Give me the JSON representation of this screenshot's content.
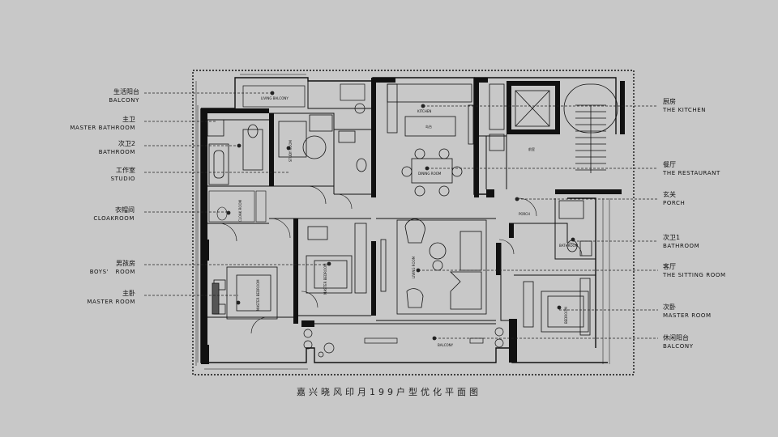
{
  "left_labels": [
    {
      "zh": "生活阳台",
      "en": "BALCONY"
    },
    {
      "zh": "主卫",
      "en": "MASTER BATHROOM"
    },
    {
      "zh": "次卫2",
      "en": "BATHROOM"
    },
    {
      "zh": "工作室",
      "en": "STUDIO"
    },
    {
      "zh": "衣帽间",
      "en": "CLOAKROOM"
    },
    {
      "zh": "男孩房",
      "en": "BOYS'   ROOM"
    },
    {
      "zh": "主卧",
      "en": "MASTER ROOM"
    }
  ],
  "right_labels": [
    {
      "zh": "厨房",
      "en": "THE KITCHEN"
    },
    {
      "zh": "餐厅",
      "en": "THE RESTAURANT"
    },
    {
      "zh": "玄关",
      "en": "PORCH"
    },
    {
      "zh": "次卫1",
      "en": "BATHROOM"
    },
    {
      "zh": "客厅",
      "en": "THE SITTING ROOM"
    },
    {
      "zh": "次卧",
      "en": "MASTER ROOM"
    },
    {
      "zh": "休闲阳台",
      "en": "BALCONY"
    }
  ],
  "plan_text": {
    "living_balcony": "LIVING BALCONY",
    "kitchen": "KITCHEN",
    "island": "岛台",
    "dining_room": "DINING ROOM",
    "living_room": "LIVING ROOM",
    "master_bedroom": "MASTER BEDROOM",
    "boys_bedroom": "MASTER BEDROOM",
    "second_bedroom": "BEDROOM",
    "bathroom": "BATHROOM",
    "study_room": "STUDY ROOM",
    "cloak_room": "CLOAK ROOM",
    "porch": "PORCH",
    "balcony": "BALCONY",
    "elevator_hall": "前室"
  },
  "title": "嘉兴晓风印月199户型优化平面图"
}
